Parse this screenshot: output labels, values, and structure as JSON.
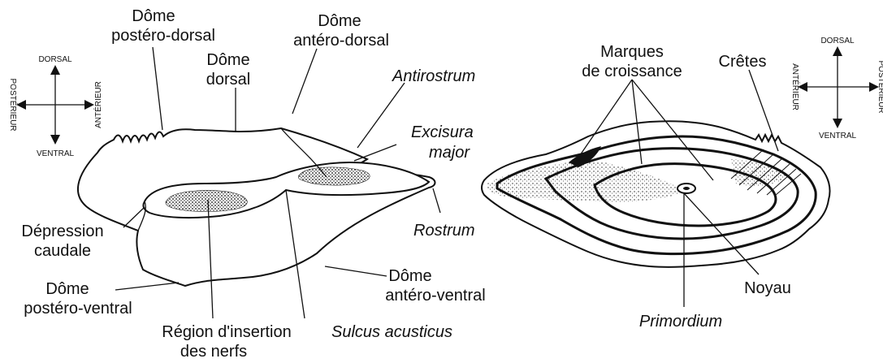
{
  "left_figure": {
    "compass": {
      "top": "DORSAL",
      "bottom": "VENTRAL",
      "left": "POSTÉRIEUR",
      "right": "ANTÉRIEUR"
    },
    "labels": {
      "dome_postero_dorsal_1": "Dôme",
      "dome_postero_dorsal_2": "postéro-dorsal",
      "dome_dorsal_1": "Dôme",
      "dome_dorsal_2": "dorsal",
      "dome_antero_dorsal_1": "Dôme",
      "dome_antero_dorsal_2": "antéro-dorsal",
      "antirostrum": "Antirostrum",
      "excisura_1": "Excisura",
      "excisura_2": "major",
      "rostrum": "Rostrum",
      "depression_1": "Dépression",
      "depression_2": "caudale",
      "dome_postero_ventral_1": "Dôme",
      "dome_postero_ventral_2": "postéro-ventral",
      "dome_antero_ventral_1": "Dôme",
      "dome_antero_ventral_2": "antéro-ventral",
      "region_1": "Région d'insertion",
      "region_2": "des nerfs",
      "sulcus": "Sulcus acusticus"
    }
  },
  "right_figure": {
    "compass": {
      "top": "DORSAL",
      "bottom": "VENTRAL",
      "left": "ANTÉRIEUR",
      "right": "POSTÉRIEUR"
    },
    "labels": {
      "marques_1": "Marques",
      "marques_2": "de croissance",
      "cretes": "Crêtes",
      "noyau": "Noyau",
      "primordium": "Primordium"
    }
  }
}
